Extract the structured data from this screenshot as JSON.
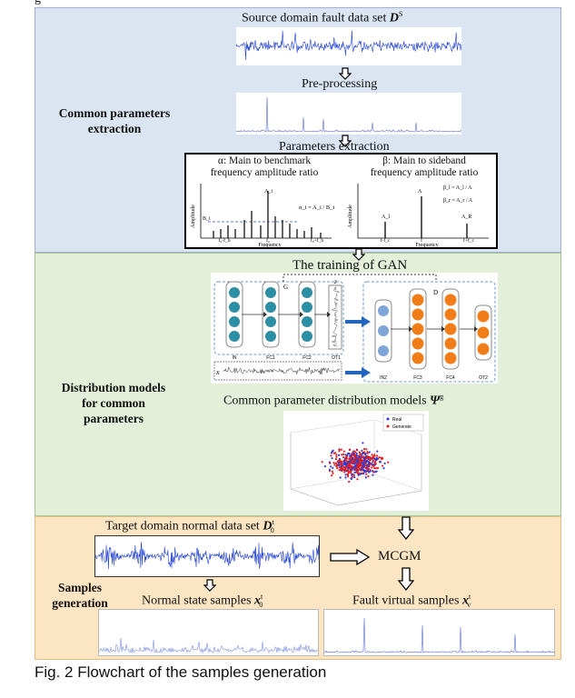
{
  "header_fragment": "g",
  "stages": {
    "extraction": [
      "Common parameters",
      "extraction"
    ],
    "distribution": [
      "Distribution models",
      "for common",
      "parameters"
    ],
    "generation": [
      "Samples",
      "generation"
    ]
  },
  "labels": {
    "source": "Source domain fault data set ",
    "source_sym": "D",
    "source_sup": "S",
    "preprocessing": "Pre-processing",
    "param_extraction": "Parameters extraction",
    "alpha_title": [
      "α: Main to benchmark",
      "frequency amplitude ratio"
    ],
    "beta_title": [
      "β: Main to sideband",
      "frequency amplitude ratio"
    ],
    "gan": "The training of GAN",
    "dist_models": "Common parameter distribution models ",
    "dist_sym": "Ψ",
    "dist_sup": "g",
    "target": "Target domain normal data set ",
    "target_sym": "D",
    "target_sup": "t",
    "target_sub": "0",
    "mcgm": "MCGM",
    "normal_samples": "Normal state samples ",
    "normal_sym": "x",
    "normal_sup": "t",
    "normal_sub": "0",
    "fault_samples": "Fault virtual samples ",
    "fault_sym": "x",
    "fault_sup": "t",
    "fault_sub": "v"
  },
  "alpha_chart": {
    "ylabel": "Amplitude",
    "xlabel": "Frequency",
    "xticks": [
      "f₀-f_b",
      "f₀",
      "f₀+f_b"
    ],
    "peak_label": "A_i",
    "base_label": "B_i",
    "formula": "α_i = A_i / B_i"
  },
  "beta_chart": {
    "ylabel": "Amplitude",
    "xlabel": "Frequency",
    "xticks": [
      "f-f_c",
      "f",
      "f+f_c"
    ],
    "peak_label": "A",
    "left_label": "A_l",
    "right_label": "A_R",
    "formula1": "β_l = A_l / A",
    "formula2": "β_r = A_r / A"
  },
  "gan": {
    "g_label": "G",
    "d_label": "D",
    "z_label": "z",
    "x_label": "x",
    "g_layers": [
      "IN",
      "FC1",
      "FC2",
      "OT1"
    ],
    "d_layers": [
      "IN2",
      "FC3",
      "FC4",
      "OT2"
    ]
  },
  "scatter": {
    "legend": [
      "Real",
      "Generate"
    ],
    "colors": {
      "real": "#2b3fd6",
      "generate": "#e01d1d"
    }
  },
  "colors": {
    "signal_blue": "#1f3fd1",
    "teal_node": "#2f8fa2",
    "orange_node": "#f07d18",
    "light_blue_node": "#7fa4d6",
    "gan_arrow": "#2266c0"
  },
  "caption": "Fig. 2  Flowchart of the samples generation"
}
